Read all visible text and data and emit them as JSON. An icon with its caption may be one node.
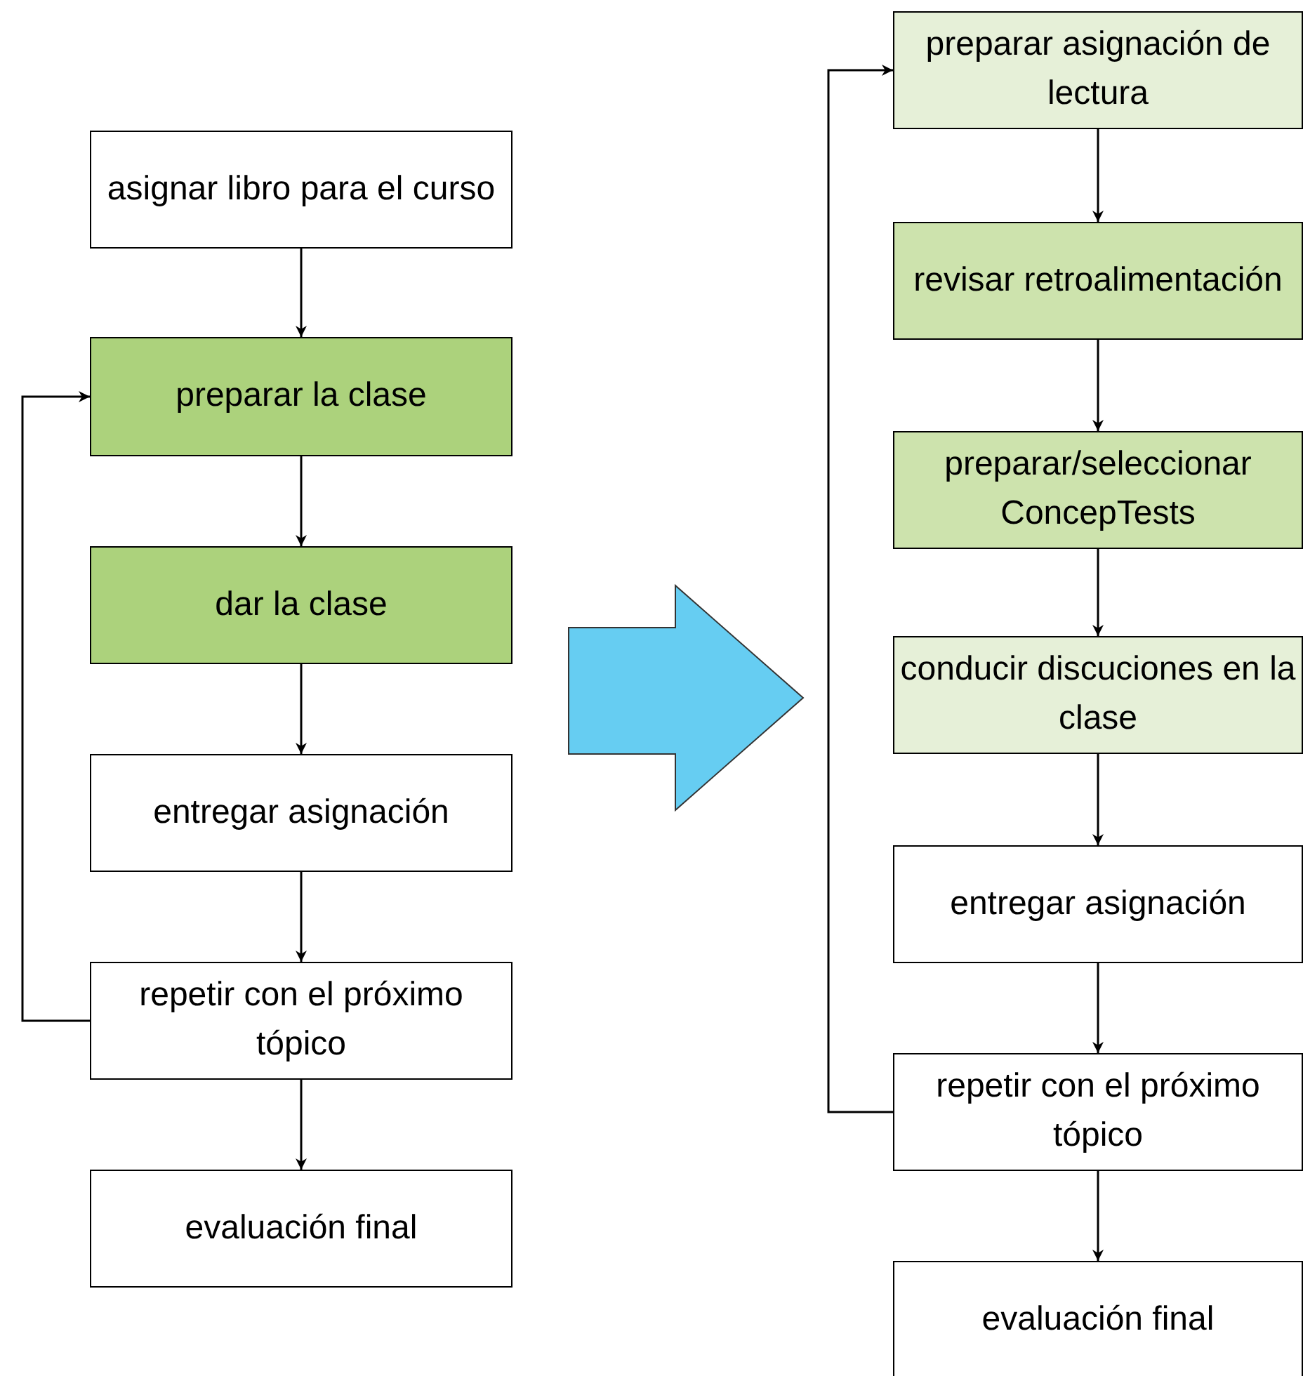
{
  "diagram": {
    "nodes": [
      {
        "text": [
          "asignar libro para el curso"
        ]
      },
      {
        "text": [
          "preparar la clase"
        ]
      },
      {
        "text": [
          "dar la clase"
        ]
      },
      {
        "text": [
          "entregar asignación"
        ]
      },
      {
        "text": [
          "repetir con el próximo tópico"
        ]
      },
      {
        "text": [
          "evaluación final"
        ]
      },
      {
        "text": [
          "preparar asignación de lectura"
        ]
      },
      {
        "text": [
          "revisar retroalimentación"
        ]
      },
      {
        "text": [
          "preparar/seleccionar ConcepTests"
        ]
      },
      {
        "text": [
          "conducir discuciones en la clase"
        ]
      },
      {
        "text": [
          "entregar asignación"
        ]
      },
      {
        "text": [
          "repetir con el próximo tópico"
        ]
      },
      {
        "text": [
          "evaluación final"
        ]
      }
    ],
    "edges": [
      {
        "from": 0,
        "to": 1,
        "arrow": "to"
      },
      {
        "from": 1,
        "to": 2,
        "arrow": "to"
      },
      {
        "from": 2,
        "to": 3,
        "arrow": "to"
      },
      {
        "from": 3,
        "to": 4,
        "arrow": "to"
      },
      {
        "from": 4,
        "to": 5,
        "arrow": "to"
      },
      {
        "from": 4,
        "to": 1,
        "arrow": "to"
      },
      {
        "from": 6,
        "to": 7,
        "arrow": "to"
      },
      {
        "from": 7,
        "to": 8,
        "arrow": "to"
      },
      {
        "from": 8,
        "to": 9,
        "arrow": "to"
      },
      {
        "from": 9,
        "to": 10,
        "arrow": "to"
      },
      {
        "from": 10,
        "to": 11,
        "arrow": "to"
      },
      {
        "from": 11,
        "to": 12,
        "arrow": "to"
      },
      {
        "from": 11,
        "to": 6,
        "arrow": "to"
      }
    ]
  }
}
